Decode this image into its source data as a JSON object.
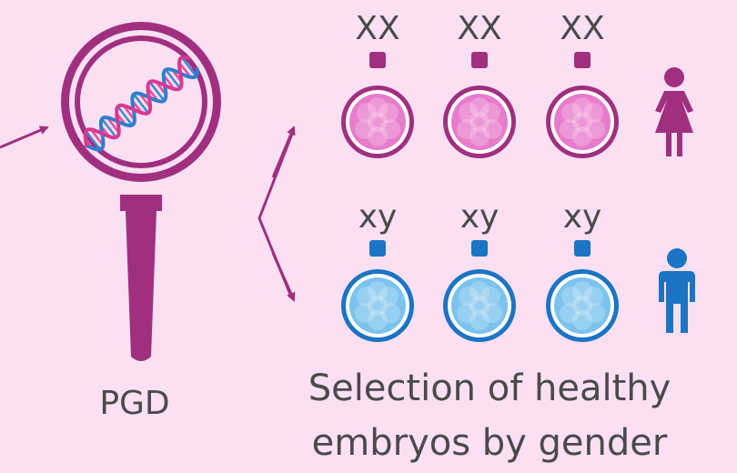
{
  "labels": {
    "pgd": "PGD",
    "caption_line1": "Selection of healthy",
    "caption_line2": "embryos by gender"
  },
  "female_row": {
    "chromosome_label": "XX",
    "count": 3,
    "color": "#e87ccc",
    "dark_color": "#a0307f",
    "figure_icon": "female-figure-icon"
  },
  "male_row": {
    "chromosome_label": "xy",
    "count": 3,
    "color": "#7cc3ee",
    "dark_color": "#1b74c4",
    "figure_icon": "male-figure-icon"
  },
  "colors": {
    "background": "#fbe0f4",
    "accent": "#a0307f",
    "text": "#4a4a4a"
  },
  "icons": [
    "magnifier-icon",
    "dna-helix-icon",
    "arrow-icon",
    "embryo-icon",
    "female-figure-icon",
    "male-figure-icon"
  ]
}
